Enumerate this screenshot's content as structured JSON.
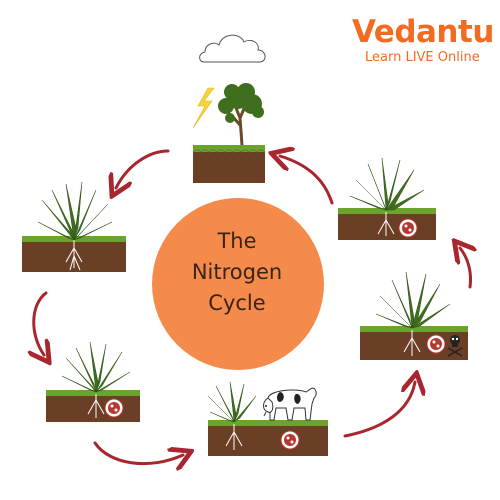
{
  "brand": {
    "name_first": "V",
    "name_rest": "edantu",
    "tagline": "Learn LIVE Online",
    "color": "#f26b21"
  },
  "diagram": {
    "title_lines": [
      "The",
      "Nitrogen",
      "Cycle"
    ],
    "center_color": "#f58b4a",
    "arrow_color": "#a8262e",
    "soil_color": "#6b3f26",
    "grass_color": "#6ca32d",
    "plant_color": "#3f6e1e",
    "nodule_color": "#b8372f",
    "stages": [
      "cloud-lightning-tree",
      "plant-with-roots",
      "plant-with-nodule",
      "plant-with-nodule-and-cow",
      "plant-with-nodule-and-skull",
      "plant-with-nodule-small"
    ]
  }
}
